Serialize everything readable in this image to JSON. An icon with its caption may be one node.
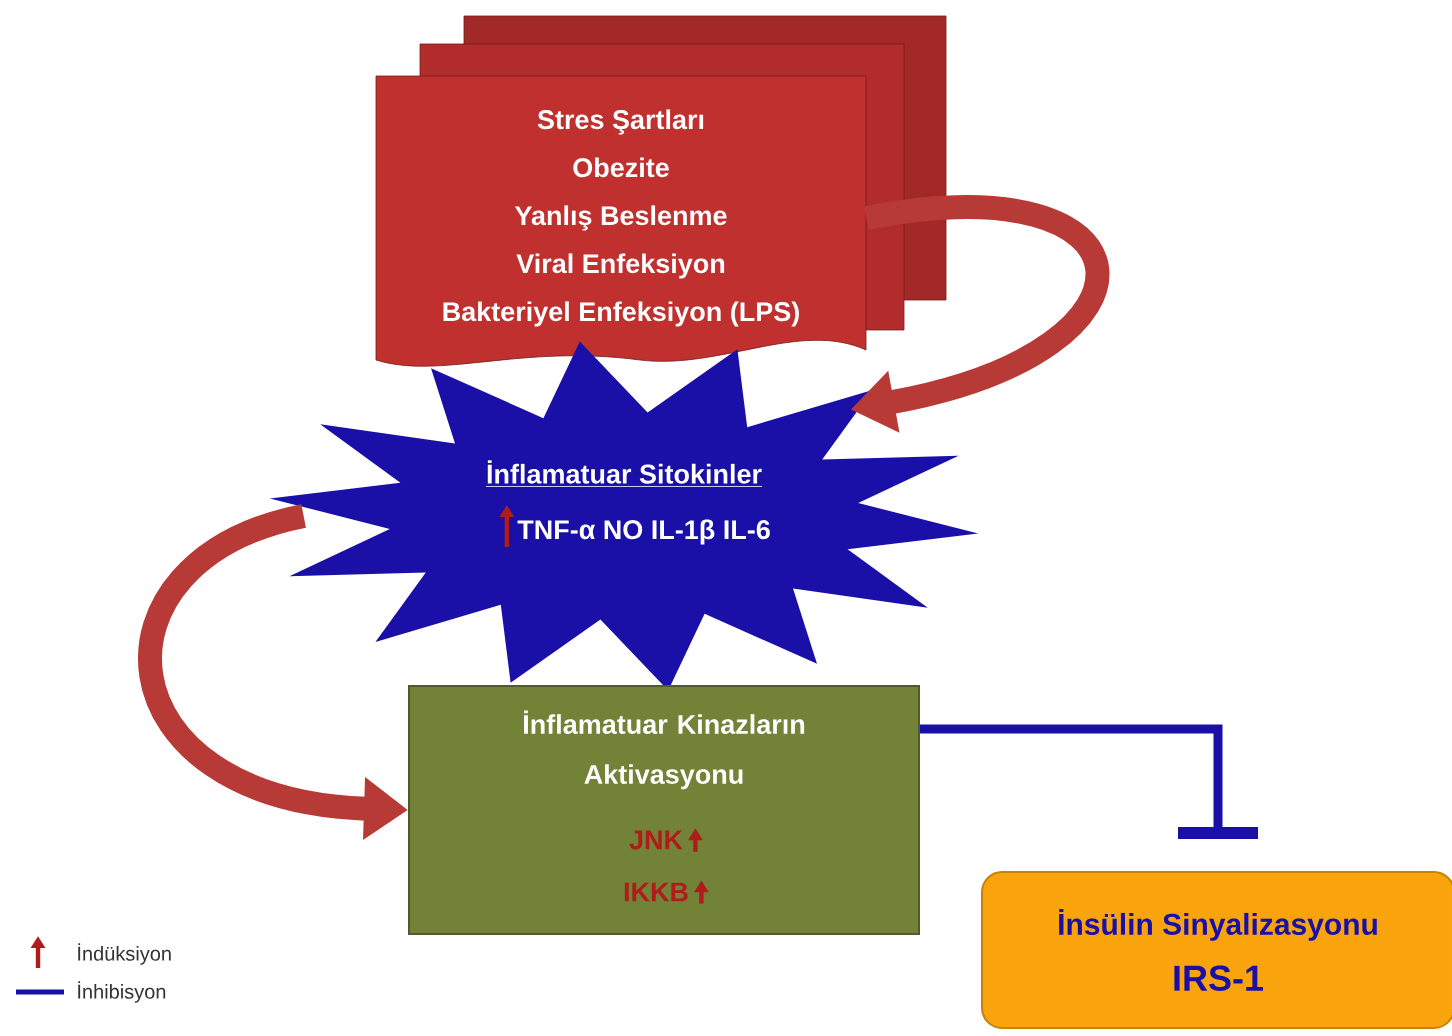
{
  "diagram": {
    "nodes": [
      {
        "text": [
          "Stres Şartları",
          "Obezite",
          "Yanlış Beslenme",
          "Viral Enfeksiyon",
          "Bakteriyel Enfeksiyon (LPS)"
        ]
      },
      {
        "text": [
          "İnflamatuar Sitokinler",
          "TNF-α NO IL-1β IL-6"
        ]
      },
      {
        "text": [
          "İnflamatuar Kinazların Aktivasyonu",
          "JNK",
          "IKKB"
        ]
      },
      {
        "text": [
          "İnsülin Sinyalizasyonu",
          "IRS-1"
        ]
      }
    ],
    "edges": [
      {
        "from": 0,
        "to": 1,
        "arrow": "to"
      },
      {
        "from": 1,
        "to": 2,
        "arrow": "to"
      },
      {
        "from": 2,
        "to": 3,
        "arrow": "other",
        "color": "#1a10a8"
      }
    ],
    "legend": [
      {
        "text": "İndüksiyon"
      },
      {
        "text": "İnhibisyon"
      }
    ]
  }
}
